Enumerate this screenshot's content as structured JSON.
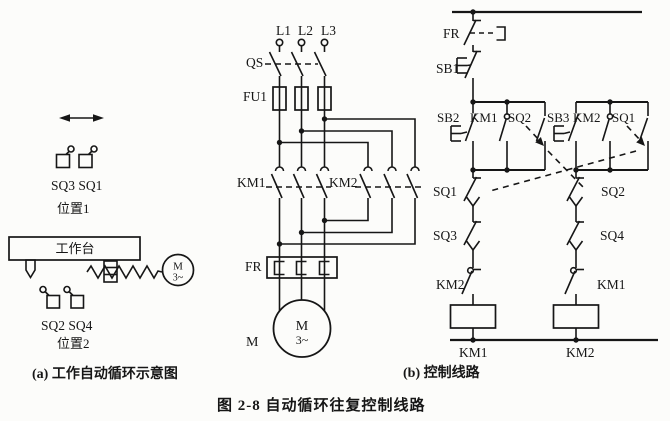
{
  "title": "图 2-8  自动循环往复控制线路",
  "panel_a": {
    "caption": "(a) 工作自动循环示意图",
    "position1": "位置1",
    "position2": "位置2",
    "sq_top": "SQ3 SQ1",
    "sq_bottom": "SQ2 SQ4",
    "worktable": "工作台",
    "motor_m": "M",
    "motor_phase": "3~"
  },
  "panel_power": {
    "phases": [
      "L1",
      "L2",
      "L3"
    ],
    "qs": "QS",
    "fu1": "FU1",
    "km1": "KM1",
    "km2": "KM2",
    "fr": "FR",
    "m_ref": "M",
    "motor_m": "M",
    "motor_phase": "3~"
  },
  "panel_b": {
    "caption": "(b) 控制线路",
    "fr": "FR",
    "sb1": "SB1",
    "group1": {
      "sb2": "SB2",
      "km1": "KM1",
      "sq2": "SQ2"
    },
    "group2": {
      "sb3": "SB3",
      "km2": "KM2",
      "sq1": "SQ1"
    },
    "branch1": {
      "sq1": "SQ1",
      "sq3": "SQ3",
      "km2": "KM2",
      "coil": "KM1"
    },
    "branch2": {
      "sq2": "SQ2",
      "sq4": "SQ4",
      "km1": "KM1",
      "coil": "KM2"
    }
  }
}
